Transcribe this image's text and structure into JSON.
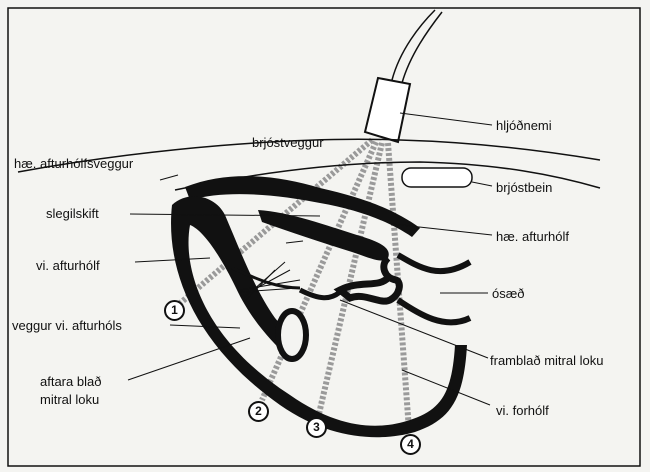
{
  "labels": {
    "hljodnemi": "hljóðnemi",
    "brjostveggur": "brjóstveggur",
    "hae_afturholfsveggur": "hæ. afturhólfsveggur",
    "brjostbein": "brjóstbein",
    "slegilskift": "slegilskift",
    "hae_afturholf": "hæ. afturhólf",
    "vi_afturholf": "vi. afturhólf",
    "osaed": "ósæð",
    "veggur_vi_afturhols": "veggur vi. afturhóls",
    "aftara_blad_line1": "aftara blað",
    "aftara_blad_line2": "mitral loku",
    "frambled_mitral": "framblað mitral loku",
    "vi_forholf": "vi. forhólf"
  },
  "beams": [
    "1",
    "2",
    "3",
    "4"
  ],
  "colors": {
    "ink": "#111111",
    "paper": "#f4f4f1",
    "beam": "#9a9a9a"
  }
}
